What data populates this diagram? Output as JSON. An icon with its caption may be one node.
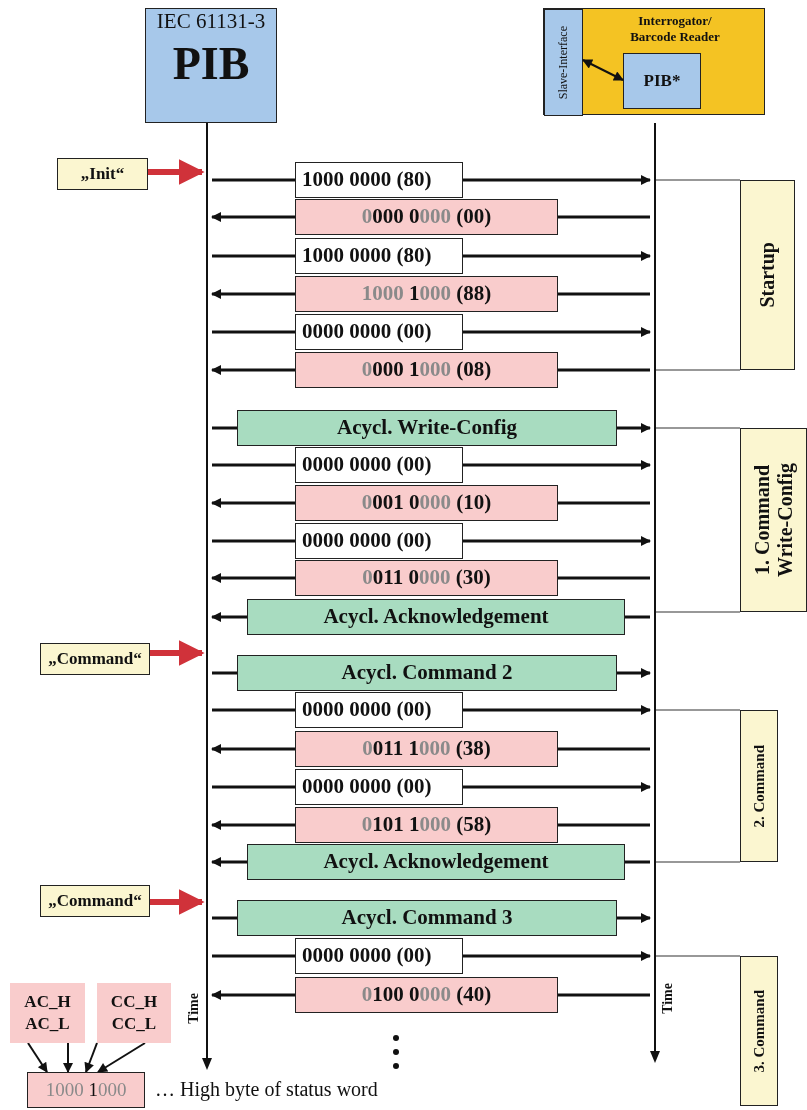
{
  "diagram": {
    "nodes": [
      {
        "text": [
          "IEC 61131-3",
          "PIB"
        ]
      },
      {
        "text": [
          "Interrogator/ Barcode Reader"
        ]
      },
      {
        "text": [
          "Slave-Interface"
        ],
        "in": 1
      },
      {
        "text": [
          "PIB*"
        ],
        "in": 1
      },
      {
        "text": [
          "Time"
        ]
      },
      {
        "text": [
          "Time"
        ]
      },
      {
        "text": [
          "„Init“"
        ]
      },
      {
        "text": [
          "„Command“"
        ]
      },
      {
        "text": [
          "„Command“"
        ]
      },
      {
        "text": [
          "Startup"
        ]
      },
      {
        "text": [
          "1. Command Write-Config"
        ]
      },
      {
        "text": [
          "2. Command"
        ]
      },
      {
        "text": [
          "3. Command"
        ]
      },
      {
        "text": [
          "AC_H AC_L"
        ]
      },
      {
        "text": [
          "CC_H CC_L"
        ]
      },
      {
        "text": [
          "1000 1000"
        ],
        "beside": [
          "… High byte of status word"
        ]
      }
    ],
    "edges": [
      {
        "from": 2,
        "to": 3,
        "arrow": "both"
      },
      {
        "from": 6,
        "to": 4,
        "arrow": "to",
        "style": "thick",
        "color": "#d0323a"
      },
      {
        "from": 4,
        "to": 5,
        "arrow": "to",
        "label": "1000 0000 (80)"
      },
      {
        "from": 5,
        "to": 4,
        "arrow": "to",
        "label": "0000 0000 (00)"
      },
      {
        "from": 4,
        "to": 5,
        "arrow": "to",
        "label": "1000 0000 (80)"
      },
      {
        "from": 5,
        "to": 4,
        "arrow": "to",
        "label": "1000 1000 (88)"
      },
      {
        "from": 4,
        "to": 5,
        "arrow": "to",
        "label": "0000 0000 (00)"
      },
      {
        "from": 5,
        "to": 4,
        "arrow": "to",
        "label": "0000 1000 (08)"
      },
      {
        "from": 4,
        "to": 5,
        "arrow": "to",
        "label": "Acycl. Write-Config"
      },
      {
        "from": 4,
        "to": 5,
        "arrow": "to",
        "label": "0000 0000 (00)"
      },
      {
        "from": 5,
        "to": 4,
        "arrow": "to",
        "label": "0001 0000 (10)"
      },
      {
        "from": 4,
        "to": 5,
        "arrow": "to",
        "label": "0000 0000 (00)"
      },
      {
        "from": 5,
        "to": 4,
        "arrow": "to",
        "label": "0011 0000 (30)"
      },
      {
        "from": 5,
        "to": 4,
        "arrow": "to",
        "label": "Acycl. Acknowledgement"
      },
      {
        "from": 7,
        "to": 4,
        "arrow": "to",
        "style": "thick",
        "color": "#d0323a"
      },
      {
        "from": 4,
        "to": 5,
        "arrow": "to",
        "label": "Acycl. Command 2"
      },
      {
        "from": 4,
        "to": 5,
        "arrow": "to",
        "label": "0000 0000 (00)"
      },
      {
        "from": 5,
        "to": 4,
        "arrow": "to",
        "label": "0011 1000 (38)"
      },
      {
        "from": 4,
        "to": 5,
        "arrow": "to",
        "label": "0000 0000 (00)"
      },
      {
        "from": 5,
        "to": 4,
        "arrow": "to",
        "label": "0101 1000 (58)"
      },
      {
        "from": 5,
        "to": 4,
        "arrow": "to",
        "label": "Acycl. Acknowledgement"
      },
      {
        "from": 8,
        "to": 4,
        "arrow": "to",
        "style": "thick",
        "color": "#d0323a"
      },
      {
        "from": 4,
        "to": 5,
        "arrow": "to",
        "label": "Acycl. Command 3"
      },
      {
        "from": 4,
        "to": 5,
        "arrow": "to",
        "label": "0000 0000 (00)"
      },
      {
        "from": 5,
        "to": 4,
        "arrow": "to",
        "label": "0100 0000 (40)"
      },
      {
        "from": 13,
        "to": 15,
        "arrow": "to"
      },
      {
        "from": 13,
        "to": 15,
        "arrow": "to"
      },
      {
        "from": 14,
        "to": 15,
        "arrow": "to"
      },
      {
        "from": 14,
        "to": 15,
        "arrow": "to"
      }
    ]
  }
}
